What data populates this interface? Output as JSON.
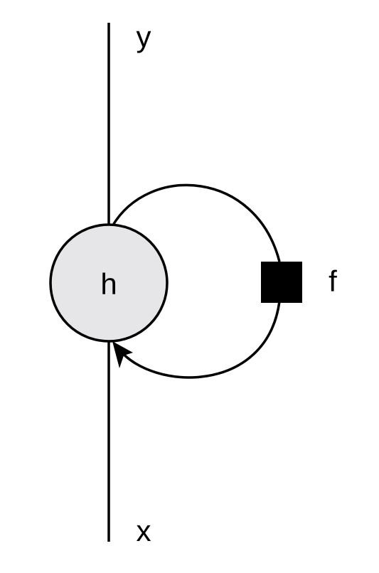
{
  "diagram": {
    "nodes": {
      "hidden": {
        "label": "h",
        "fill": "#e6e6e8",
        "stroke": "#000000"
      },
      "function": {
        "label": "f",
        "fill": "#000000"
      }
    },
    "inputs": {
      "x_label": "x"
    },
    "outputs": {
      "y_label": "y"
    },
    "edges": [
      {
        "from": "h",
        "to": "f",
        "kind": "recurrent-loop"
      },
      {
        "from": "f",
        "to": "h",
        "kind": "recurrent-loop-arrow"
      }
    ],
    "colors": {
      "line": "#000000",
      "background": "#ffffff"
    }
  }
}
